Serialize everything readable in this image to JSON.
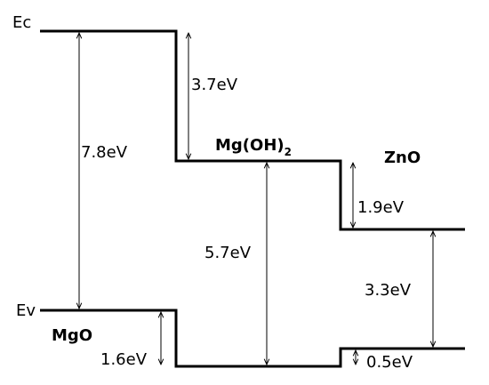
{
  "diagram": {
    "level_labels": {
      "conduction": "Ec",
      "valence": "Ev"
    },
    "materials": {
      "mgo": {
        "name": "MgO"
      },
      "mgoh2": {
        "name_main": "Mg(OH)",
        "name_sub": "2"
      },
      "zno": {
        "name": "ZnO"
      }
    },
    "gaps": {
      "mgo_bandgap": "7.8eV",
      "mgoh2_bandgap": "5.7eV",
      "zno_bandgap": "3.3eV",
      "cb_offset_mgo_mgoh2": "3.7eV",
      "cb_offset_mgoh2_zno": "1.9eV",
      "vb_offset_mgo_mgoh2": "1.6eV",
      "vb_offset_mgoh2_zno": "0.5eV"
    }
  }
}
